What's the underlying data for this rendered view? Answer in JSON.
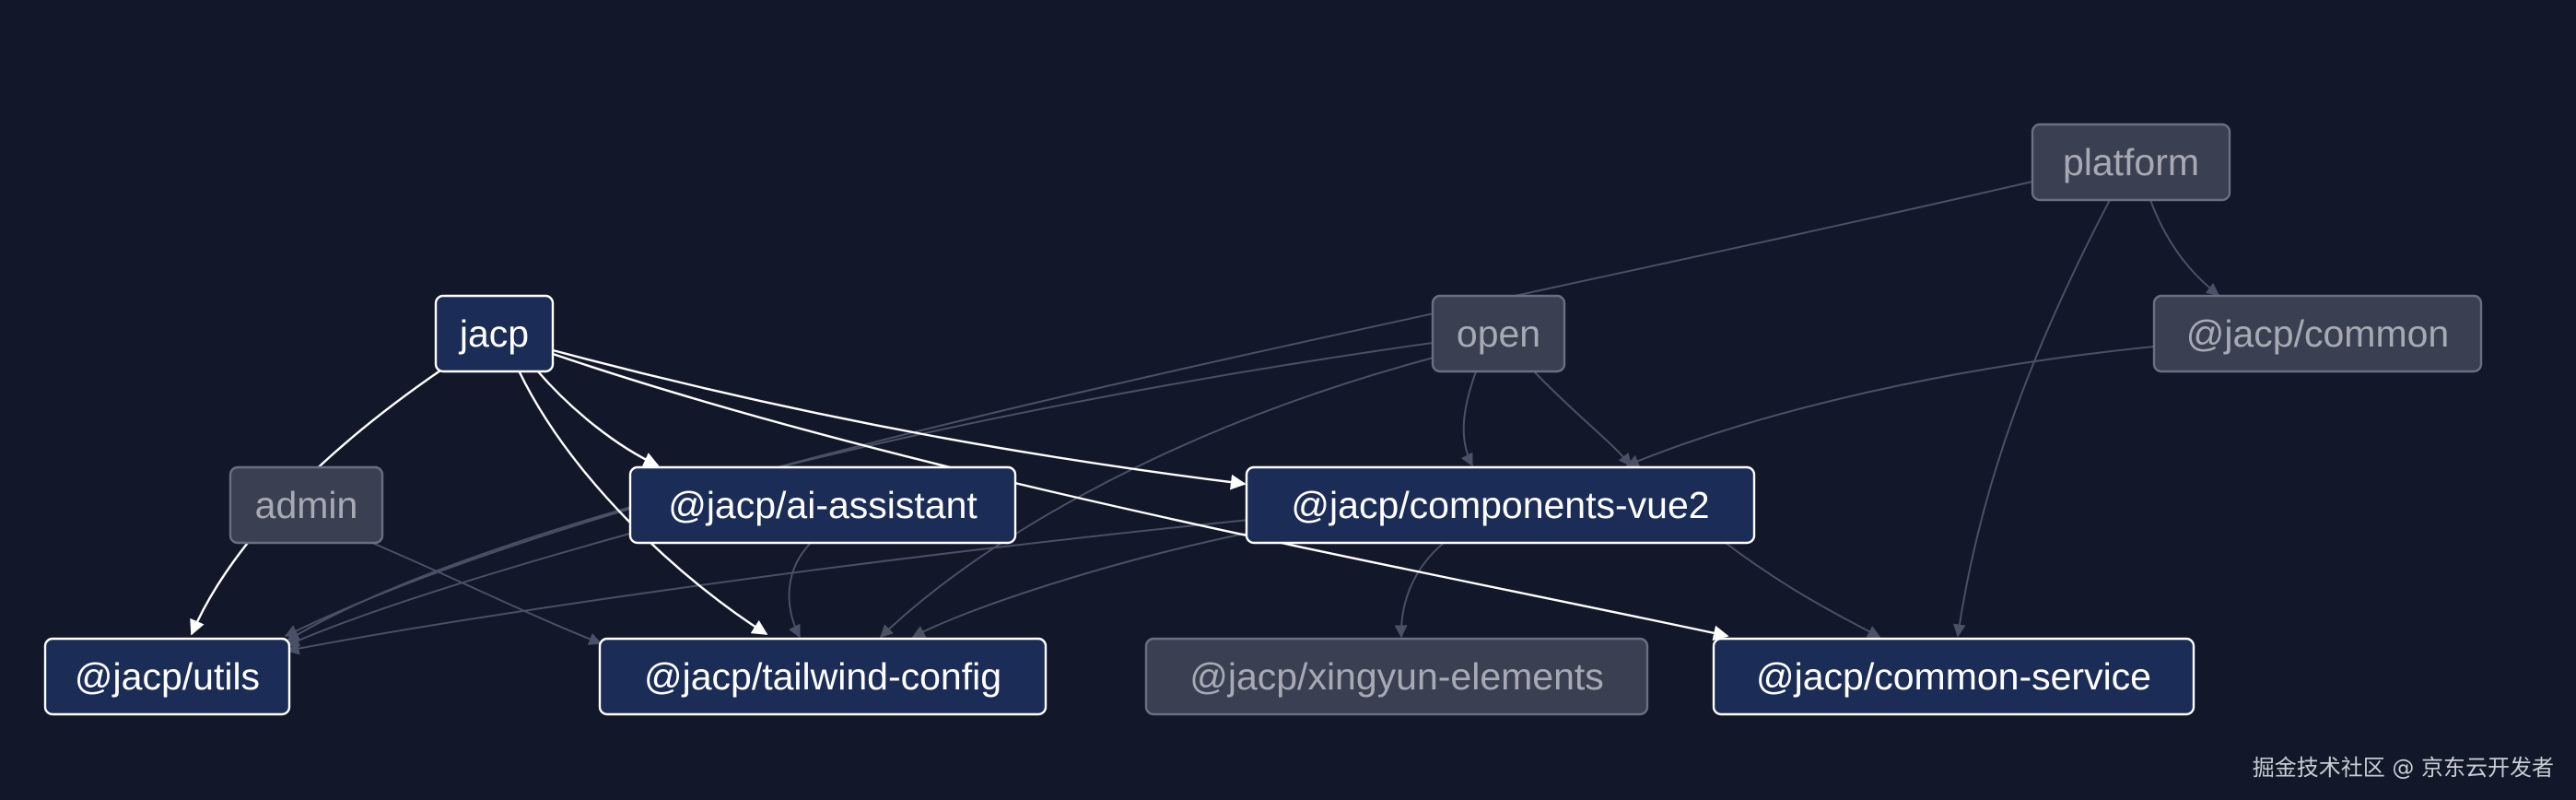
{
  "graph": {
    "nodes": [
      {
        "id": "platform",
        "label": "platform",
        "highlighted": false
      },
      {
        "id": "jacp",
        "label": "jacp",
        "highlighted": true
      },
      {
        "id": "open",
        "label": "open",
        "highlighted": false
      },
      {
        "id": "jacp-common",
        "label": "@jacp/common",
        "highlighted": false
      },
      {
        "id": "admin",
        "label": "admin",
        "highlighted": false
      },
      {
        "id": "ai-assistant",
        "label": "@jacp/ai-assistant",
        "highlighted": true
      },
      {
        "id": "components-vue2",
        "label": "@jacp/components-vue2",
        "highlighted": true
      },
      {
        "id": "utils",
        "label": "@jacp/utils",
        "highlighted": true
      },
      {
        "id": "tailwind-config",
        "label": "@jacp/tailwind-config",
        "highlighted": true
      },
      {
        "id": "xingyun-elements",
        "label": "@jacp/xingyun-elements",
        "highlighted": false
      },
      {
        "id": "common-service",
        "label": "@jacp/common-service",
        "highlighted": true
      }
    ],
    "edges": [
      {
        "from": "jacp",
        "to": "utils",
        "highlighted": true
      },
      {
        "from": "jacp",
        "to": "tailwind-config",
        "highlighted": true
      },
      {
        "from": "jacp",
        "to": "ai-assistant",
        "highlighted": true
      },
      {
        "from": "jacp",
        "to": "components-vue2",
        "highlighted": true
      },
      {
        "from": "jacp",
        "to": "common-service",
        "highlighted": true
      },
      {
        "from": "platform",
        "to": "jacp-common",
        "highlighted": false
      },
      {
        "from": "platform",
        "to": "common-service",
        "highlighted": false
      },
      {
        "from": "platform",
        "to": "utils",
        "highlighted": false
      },
      {
        "from": "open",
        "to": "components-vue2",
        "highlighted": false
      },
      {
        "from": "open",
        "to": "xingyun-elements",
        "highlighted": false
      },
      {
        "from": "open",
        "to": "tailwind-config",
        "highlighted": false
      },
      {
        "from": "open",
        "to": "utils",
        "highlighted": false
      },
      {
        "from": "jacp-common",
        "to": "components-vue2",
        "highlighted": false
      },
      {
        "from": "admin",
        "to": "tailwind-config",
        "highlighted": false
      },
      {
        "from": "ai-assistant",
        "to": "utils",
        "highlighted": false
      },
      {
        "from": "ai-assistant",
        "to": "tailwind-config",
        "highlighted": false
      },
      {
        "from": "components-vue2",
        "to": "utils",
        "highlighted": false
      },
      {
        "from": "components-vue2",
        "to": "tailwind-config",
        "highlighted": false
      },
      {
        "from": "components-vue2",
        "to": "xingyun-elements",
        "highlighted": false
      },
      {
        "from": "components-vue2",
        "to": "common-service",
        "highlighted": false
      }
    ]
  },
  "colors": {
    "background": "#121729",
    "highlight_fill": "#1b2d57",
    "highlight_stroke": "#ffffff",
    "dim_fill": "#3b3f52",
    "dim_stroke": "#6a6f82",
    "dim_edge": "#4a5065"
  },
  "watermark": "掘金技术社区 @ 京东云开发者"
}
